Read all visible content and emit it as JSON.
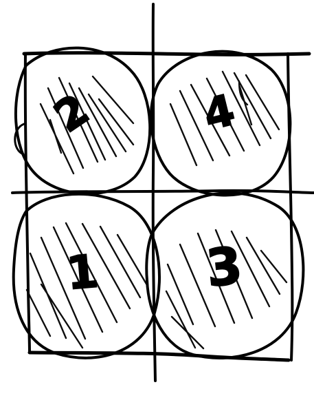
{
  "sketch": {
    "cells": [
      {
        "id": "top-left",
        "label": "2"
      },
      {
        "id": "top-right",
        "label": "4"
      },
      {
        "id": "bottom-left",
        "label": "1"
      },
      {
        "id": "bottom-right",
        "label": "3"
      }
    ]
  },
  "colors": {
    "ink": "#000000",
    "paper": "#ffffff"
  }
}
